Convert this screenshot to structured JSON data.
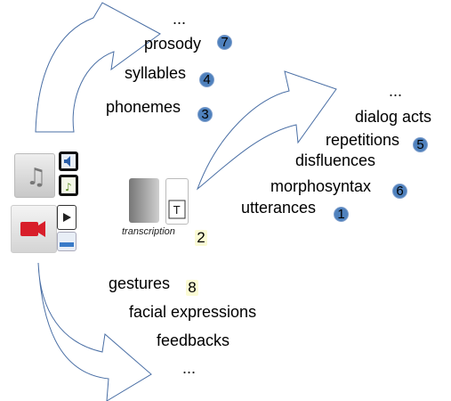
{
  "top_branch": {
    "items": [
      "...",
      "prosody",
      "syllables",
      "phonemes"
    ],
    "badges": {
      "prosody": "7",
      "syllables": "4",
      "phonemes": "3"
    }
  },
  "right_branch": {
    "items": [
      "...",
      "dialog acts",
      "repetitions",
      "disfluences",
      "morphosyntax",
      "utterances"
    ],
    "badges": {
      "repetitions": "5",
      "morphosyntax": "6",
      "utterances": "1"
    }
  },
  "bottom_branch": {
    "items": [
      "gestures",
      "facial expressions",
      "feedbacks",
      "..."
    ],
    "badges": {
      "gestures": "8"
    }
  },
  "transcription": {
    "caption": "transcription",
    "badge": "2"
  },
  "colors": {
    "arrow_stroke": "#4a6fa5",
    "badge_blue": "#4f81bd",
    "badge_yellow": "#fbfbd4"
  }
}
